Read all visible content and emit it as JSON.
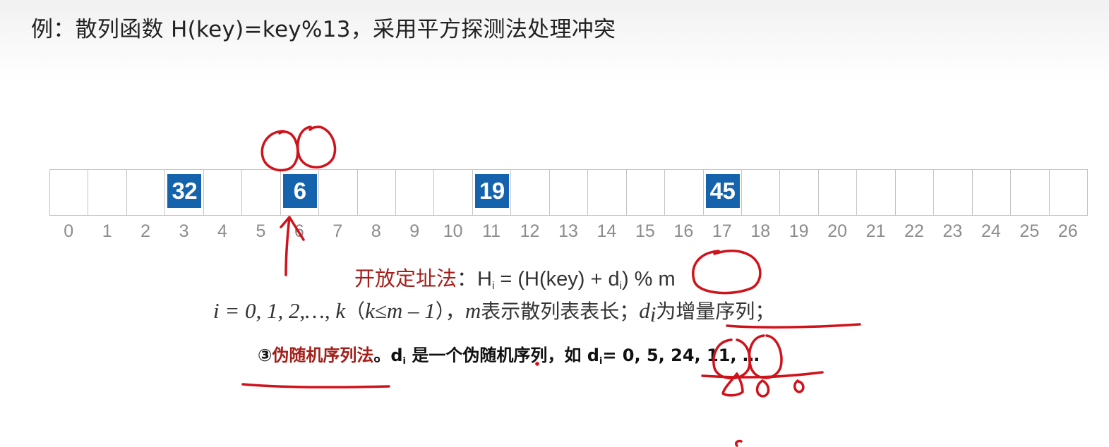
{
  "title": "例：散列函数 H(key)=key%13，采用平方探测法处理冲突",
  "table": {
    "keys": [
      {
        "index": 3,
        "value": "32"
      },
      {
        "index": 6,
        "value": "6"
      },
      {
        "index": 11,
        "value": "19"
      },
      {
        "index": 17,
        "value": "45"
      }
    ],
    "indices": [
      "0",
      "1",
      "2",
      "3",
      "4",
      "5",
      "6",
      "7",
      "8",
      "9",
      "10",
      "11",
      "12",
      "13",
      "14",
      "15",
      "16",
      "17",
      "18",
      "19",
      "20",
      "21",
      "22",
      "23",
      "24",
      "25",
      "26"
    ]
  },
  "formula": {
    "method": "开放定址法",
    "colon": "：",
    "h": "H",
    "h_sub": "i",
    "middle": " = (H(key) + d",
    "d_sub": "i",
    "close": ")",
    "mod": " % m"
  },
  "line2": {
    "range": "i = 0, 1, 2,…, k",
    "cond_open": "（",
    "cond": "k≤m – 1",
    "cond_close": "），",
    "m": "m",
    "m_desc": "表示散列表表长；",
    "d": "d",
    "d_sub": "i",
    "d_desc": "为增量序列；"
  },
  "line3": {
    "marker": "③",
    "method": "伪随机序列法",
    "period": "。",
    "d": "d",
    "d_sub": "i",
    "desc": " 是一个伪随机序列，如 d",
    "d_sub2": "i",
    "seq": "= 0, 5, 24, 11, …"
  },
  "colors": {
    "key_fill": "#1562ad",
    "emphasis_red": "#a3201b",
    "annotation_ink": "#d0121b",
    "grid_border": "#c4c4c4",
    "index_text": "#8c8c8c"
  }
}
